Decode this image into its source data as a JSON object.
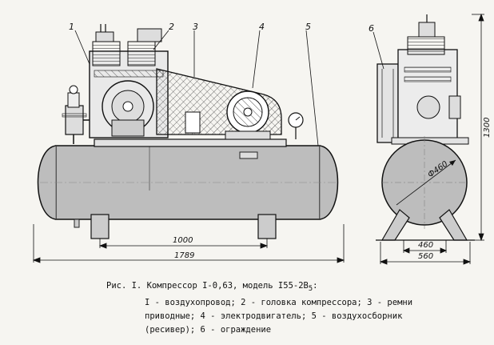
{
  "callouts": [
    "1",
    "2",
    "3",
    "4",
    "5",
    "6"
  ],
  "dimensions": {
    "support_spacing": "1000",
    "overall_length": "1789",
    "overall_height": "1300",
    "tank_diameter": "Ф460",
    "feet_spacing": "460",
    "base_width": "560"
  },
  "caption": {
    "title": "Рис. I. Компрессор I-0,63, модель I55-2В",
    "title_sub": "5",
    "title_end": ":",
    "lines": [
      "I - воздухопровод; 2 - головка компрессора; 3 - ремни",
      "приводные; 4 - электродвигатель; 5 - воздухосборник",
      "(ресивер); 6 - ограждение"
    ]
  },
  "colors": {
    "ink": "#1a1a1a",
    "paper": "#f6f5f1",
    "tank": "#bdbdbd"
  }
}
